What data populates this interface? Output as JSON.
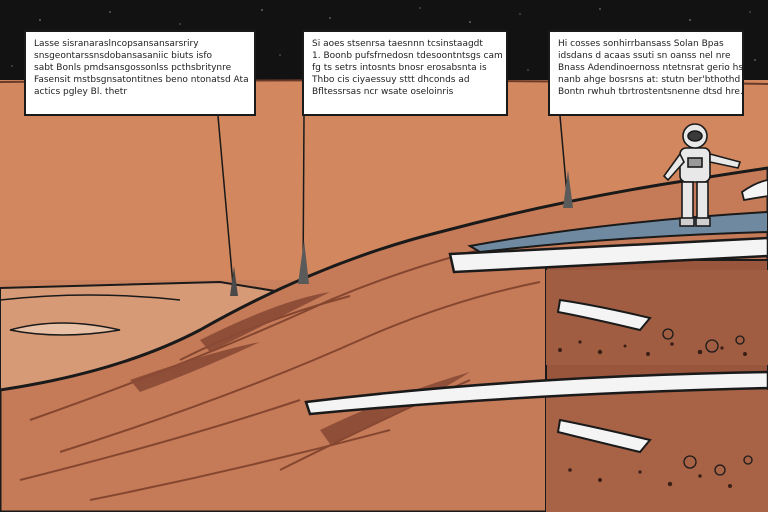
{
  "colors": {
    "sky": "#121212",
    "horizon": "#d98d63",
    "ground": "#c27a58",
    "rock_dark": "#8a4a35",
    "ice": "#f4f4f4",
    "outline": "#1a1a1a"
  },
  "captions": [
    {
      "lines": [
        "Lasse sisranaraslncopsansansarsriry",
        "snsgeontarssnsdobansasaniic biuts isfo",
        "sabt Bonls pmdsansgossonlss pcthsbritynre",
        "Fasensit mstbsgnsatontitnes beno ntonatsd Ata",
        "actics pgley Bl. thetr"
      ]
    },
    {
      "lines": [
        "Si aoes stsenrsa taesnnn tcsinstaagdt",
        "1. Boonb pufsfrnedosn tdesoontntsgs cam",
        "fg ts setrs intosnts bnosr erosabsnta is",
        "Thbo cis ciyaessuy sttt dhconds ad",
        "Bfltessrsas ncr wsate oseloinris"
      ]
    },
    {
      "lines": [
        "Hi cosses sonhirrbansass Solan Bpas",
        "idsdans d acaas ssuti sn oanss nel nre",
        "Bnass Adendinoernoss ntetnsrat gerio hst",
        "nanb ahge bosrsns at: stutn ber'bthothd",
        "Bontn rwhuh tbrtrostentsnenne dtsd hre."
      ]
    }
  ]
}
